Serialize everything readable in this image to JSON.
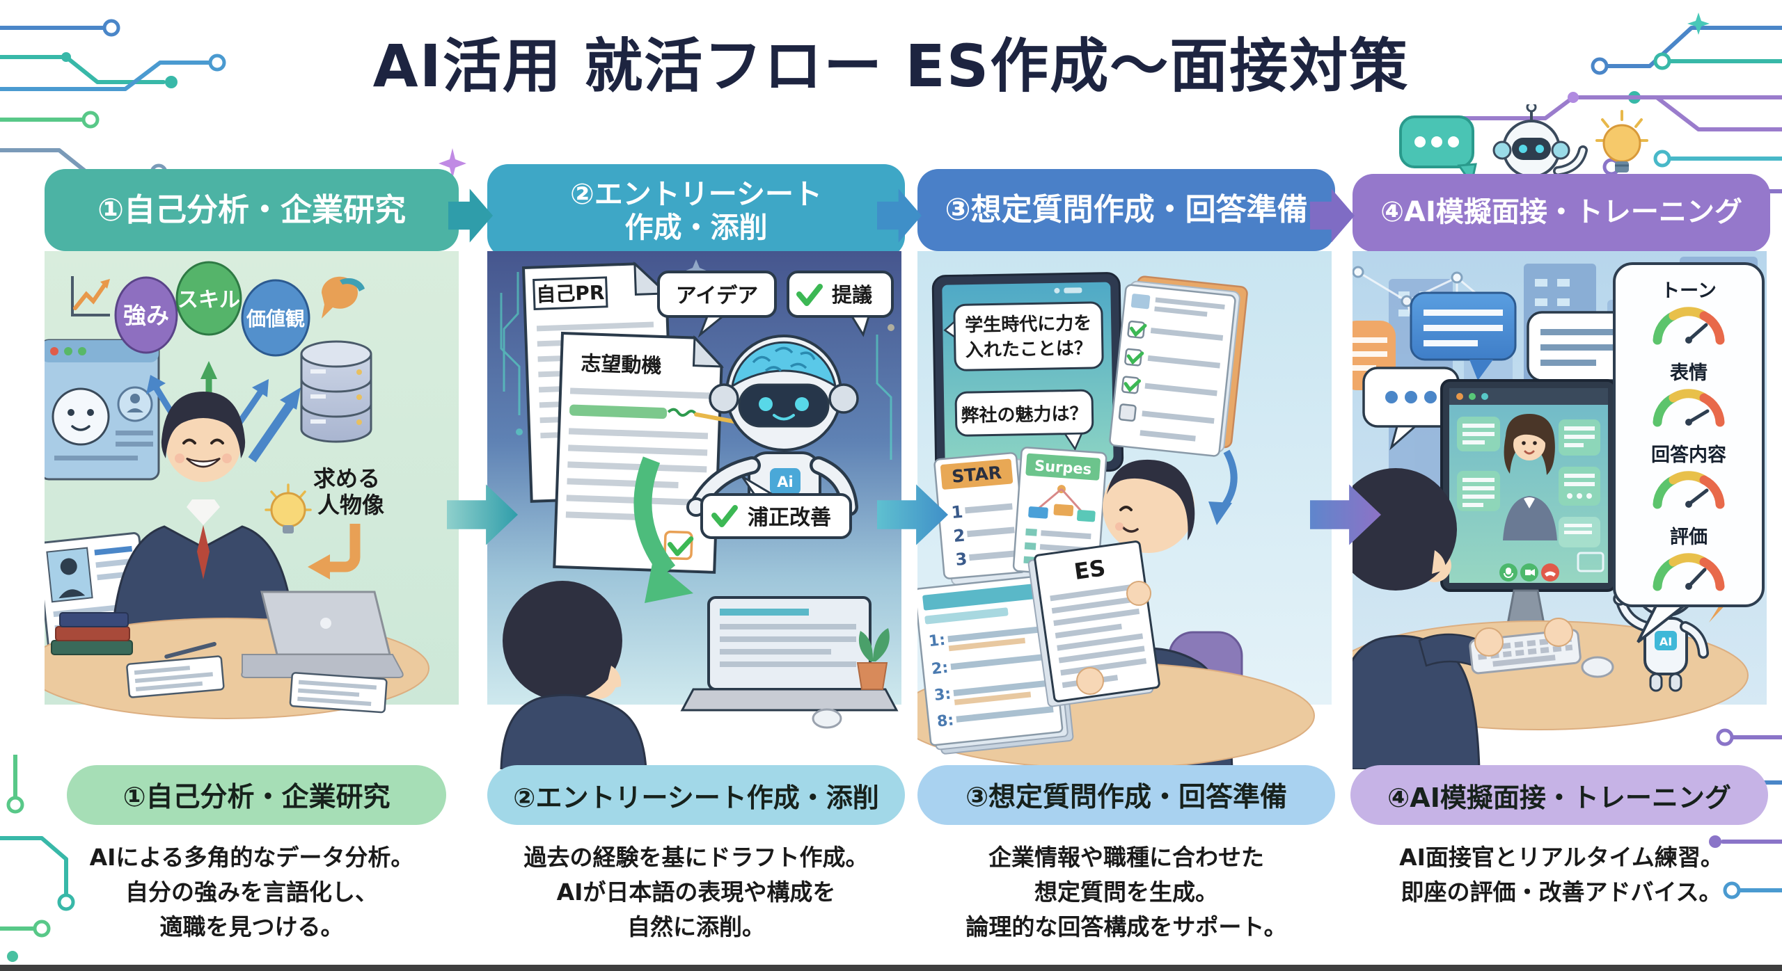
{
  "title": "AI活用 就活フロー ES作成〜面接対策",
  "colors": {
    "title_text": "#1d2440",
    "header1": "#4cb3a4",
    "header2": "#3ea7c6",
    "header3": "#4a80c8",
    "header4": "#9578cb",
    "footer1": "#a6deb6",
    "footer2": "#a2d8e8",
    "footer3": "#a9d2f0",
    "footer4": "#c6b3e6",
    "arrow_teal": "#2f9daa",
    "arrow_blue": "#3f8fc8",
    "arrow_purple": "#7f6cc4",
    "check_green": "#3cb854",
    "gauge_green": "#5cc46c",
    "gauge_yellow": "#e8c04a",
    "gauge_red": "#e8694a"
  },
  "steps": [
    {
      "header1": "①自己分析・企業研究",
      "header2": "",
      "footer": "①自己分析・企業研究",
      "desc1": "AIによる多角的なデータ分析。",
      "desc2": "自分の強みを言語化し、",
      "desc3": "適職を見つける。"
    },
    {
      "header1": "②エントリーシート",
      "header2": "作成・添削",
      "footer": "②エントリーシート作成・添削",
      "desc1": "過去の経験を基にドラフト作成。",
      "desc2": "AIが日本語の表現や構成を",
      "desc3": "自然に添削。"
    },
    {
      "header1": "③想定質問作成・回答準備",
      "header2": "",
      "footer": "③想定質問作成・回答準備",
      "desc1": "企業情報や職種に合わせた",
      "desc2": "想定質問を生成。",
      "desc3": "論理的な回答構成をサポート。"
    },
    {
      "header1": "④AI模擬面接・トレーニング",
      "header2": "",
      "footer": "④AI模擬面接・トレーニング",
      "desc1": "AI面接官とリアルタイム練習。",
      "desc2": "即座の評価・改善アドバイス。",
      "desc3": ""
    }
  ],
  "illustrations": {
    "step1": {
      "bubble1": "強み",
      "bubble2": "スキル",
      "bubble3": "価値観",
      "note1": "求める",
      "note2": "人物像"
    },
    "step2": {
      "doc1": "自己PR",
      "doc2": "志望動機",
      "bubble_idea": "アイデア",
      "bubble_suggest": "提議",
      "bubble_improve": "浦正改善",
      "robot_chest": "Ai"
    },
    "step3": {
      "question1_line1": "学生時代に力を",
      "question1_line2": "入れたことは？",
      "question2": "弊社の魅力は？",
      "card_star": "STAR",
      "card_star_items": [
        "1",
        "2",
        "3"
      ],
      "card_surpes": "Surpes",
      "doc_es": "ES",
      "doc_numbers": [
        "1:",
        "2:",
        "3:",
        "8:"
      ]
    },
    "step4": {
      "metric1": "トーン",
      "metric2": "表情",
      "metric3": "回答内容",
      "metric4": "評価",
      "robot_chest": "AI"
    }
  }
}
